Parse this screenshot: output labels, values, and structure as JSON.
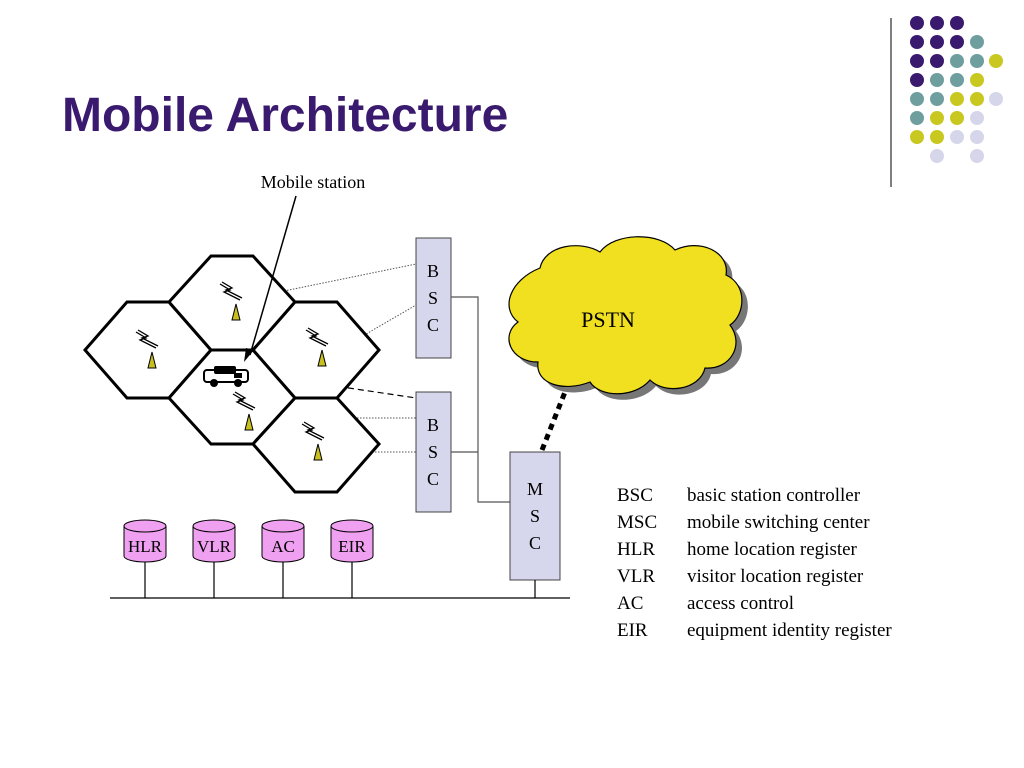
{
  "slide": {
    "title": "Mobile Architecture"
  },
  "diagram": {
    "mobile_station_label": "Mobile station",
    "bsc_top_letters": [
      "B",
      "S",
      "C"
    ],
    "bsc_bottom_letters": [
      "B",
      "S",
      "C"
    ],
    "msc_letters": [
      "M",
      "S",
      "C"
    ],
    "pstn_label": "PSTN",
    "databases": [
      "HLR",
      "VLR",
      "AC",
      "EIR"
    ]
  },
  "legend": [
    {
      "abbr": "BSC",
      "text": "basic station controller"
    },
    {
      "abbr": "MSC",
      "text": "mobile switching center"
    },
    {
      "abbr": "HLR",
      "text": "home location register"
    },
    {
      "abbr": "VLR",
      "text": "visitor location register"
    },
    {
      "abbr": "AC",
      "text": "access control"
    },
    {
      "abbr": "EIR",
      "text": "equipment identity register"
    }
  ],
  "colors": {
    "title": "#3a1a6e",
    "purple_dot": "#3a1a6e",
    "teal_dot": "#6e9e9e",
    "yellow_dot": "#c8c820",
    "lavender_dot": "#d6d6ea",
    "bsc_fill": "#d6d6ec",
    "pstn_fill": "#f0e020",
    "db_fill": "#f0a0f0"
  }
}
